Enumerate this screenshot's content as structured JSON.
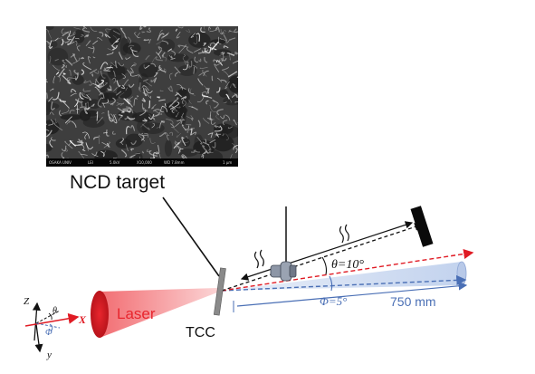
{
  "labels": {
    "target": "NCD target",
    "laser": "Laser",
    "tcc": "TCC",
    "theta": "θ=10°",
    "phi": "Φ=5°",
    "distance": "750 mm"
  },
  "axes": {
    "z": "Z",
    "x": "X",
    "y": "y",
    "theta": "θ",
    "phi": "Φ"
  },
  "sem_footer": [
    "OSAKA UNIV",
    "LEI",
    "5.0kV",
    "X10,000",
    "WD 7.8mm",
    "1 μm"
  ],
  "colors": {
    "laser": "#e8262e",
    "blue": "#4a6fb5",
    "red_dash": "#e01b24",
    "black": "#111111"
  }
}
